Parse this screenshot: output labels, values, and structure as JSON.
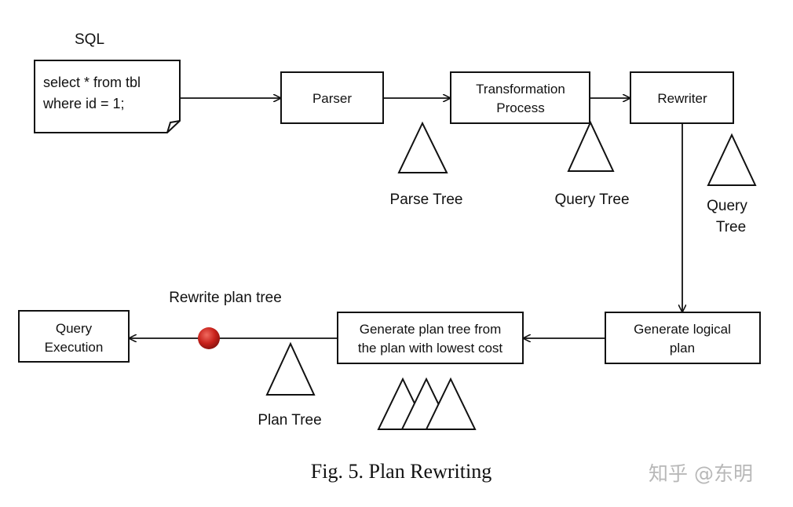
{
  "sql_label": "SQL",
  "sql_doc": {
    "line1": "select * from tbl",
    "line2": "where id = 1;"
  },
  "boxes": {
    "parser": "Parser",
    "transformation": {
      "line1": "Transformation",
      "line2": "Process"
    },
    "rewriter": "Rewriter",
    "generate_logical": {
      "line1": "Generate logical",
      "line2": "plan"
    },
    "generate_plan_tree": {
      "line1": "Generate plan tree from",
      "line2": "the plan with lowest cost"
    },
    "query_execution": {
      "line1": "Query",
      "line2": "Execution"
    }
  },
  "tree_labels": {
    "parse_tree": "Parse Tree",
    "query_tree_1": "Query Tree",
    "query_tree_2": {
      "line1": "Query",
      "line2": "Tree"
    },
    "plan_tree": "Plan Tree"
  },
  "rewrite_label": "Rewrite plan tree",
  "caption": "Fig. 5. Plan Rewriting",
  "watermark": "知乎 @东明",
  "colors": {
    "stroke": "#111111",
    "red_dot": "#c8221c",
    "watermark": "#b8b8b8"
  }
}
